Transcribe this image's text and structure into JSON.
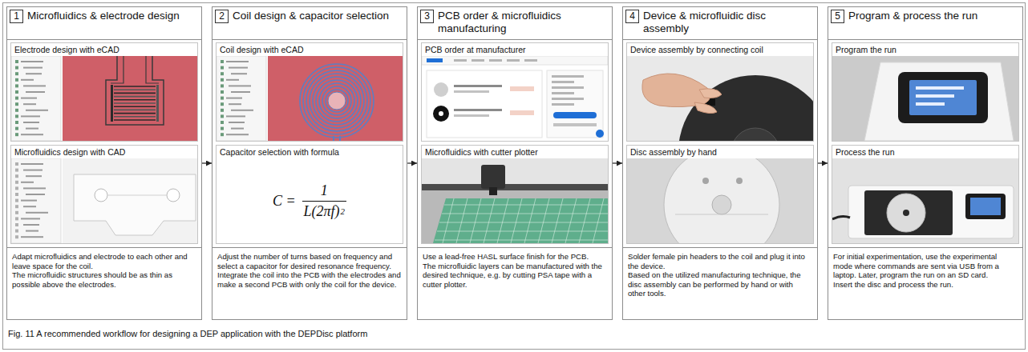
{
  "diagram": {
    "caption": "Fig. 11 A recommended workflow for designing a DEP application with the DEPDisc platform",
    "nodes": [
      {
        "text": [
          "Microfluidics & electrode design"
        ]
      },
      {
        "text": [
          "1"
        ],
        "in": 0
      },
      {
        "text": [
          "Electrode design with eCAD"
        ],
        "in": 0
      },
      {
        "text": [
          "Microfluidics design with CAD"
        ],
        "in": 0
      },
      {
        "text": [
          "Adapt microfluidics and electrode to each other and leave space for the coil.",
          "The microfluidic structures should be as thin as possible above the electrodes."
        ],
        "in": 0
      },
      {
        "text": [
          "Coil design & capacitor selection"
        ]
      },
      {
        "text": [
          "2"
        ],
        "in": 5
      },
      {
        "text": [
          "Coil design with eCAD"
        ],
        "in": 5
      },
      {
        "text": [
          "Capacitor selection with formula"
        ],
        "in": 5
      },
      {
        "text": [
          "Adjust the number of turns based on frequency and select a capacitor for desired resonance frequency.",
          "Integrate the coil into the PCB with the electrodes and make a second PCB with only the coil for the device."
        ],
        "in": 5
      },
      {
        "text": [
          "PCB order & microfluidics manufacturing"
        ]
      },
      {
        "text": [
          "3"
        ],
        "in": 10
      },
      {
        "text": [
          "PCB order at manufacturer"
        ],
        "in": 10
      },
      {
        "text": [
          "Microfluidics with cutter plotter"
        ],
        "in": 10
      },
      {
        "text": [
          "Use a lead-free HASL surface finish for the PCB.",
          "The microfluidic layers can be manufactured with the desired technique, e.g. by cutting PSA tape with a cutter plotter."
        ],
        "in": 10
      },
      {
        "text": [
          "Device & microfluidic disc assembly"
        ]
      },
      {
        "text": [
          "4"
        ],
        "in": 15
      },
      {
        "text": [
          "Device assembly by connecting coil"
        ],
        "in": 15
      },
      {
        "text": [
          "Disc assembly by hand"
        ],
        "in": 15
      },
      {
        "text": [
          "Solder female pin headers to the coil and plug it into the device.",
          "Based on the utilized manufacturing technique, the disc assembly can be performed by hand or with other tools."
        ],
        "in": 15
      },
      {
        "text": [
          "Program & process the run"
        ]
      },
      {
        "text": [
          "5"
        ],
        "in": 20
      },
      {
        "text": [
          "Program the run"
        ],
        "in": 20
      },
      {
        "text": [
          "Process the run"
        ],
        "in": 20
      },
      {
        "text": [
          "For initial experimentation, use the experimental mode where commands are sent via USB from a laptop. Later, program the run on an SD card.",
          "Insert the disc and process the run."
        ],
        "in": 20
      }
    ],
    "edges": [
      {
        "from": 0,
        "to": 5,
        "arrow": "to"
      },
      {
        "from": 5,
        "to": 10,
        "arrow": "to"
      },
      {
        "from": 10,
        "to": 15,
        "arrow": "to"
      },
      {
        "from": 15,
        "to": 20,
        "arrow": "to"
      }
    ],
    "labels": [
      "C =",
      "1",
      "L(2πf)",
      "2"
    ]
  }
}
